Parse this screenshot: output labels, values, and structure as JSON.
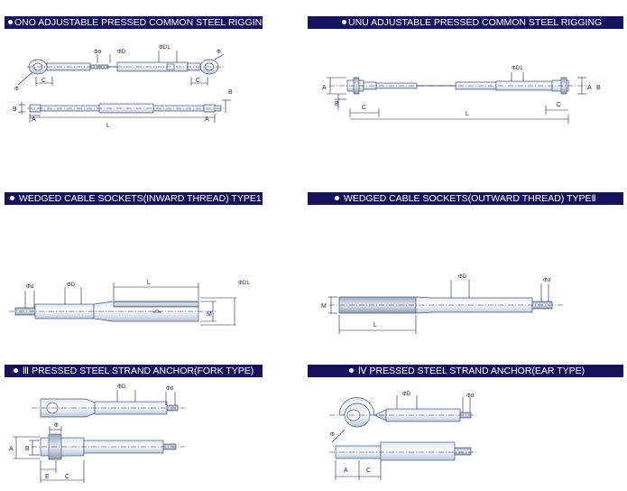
{
  "headers": {
    "ono": "ONO ADJUSTABLE PRESSED COMMON STEEL RIGGING",
    "unu": "UNU ADJUSTABLE PRESSED COMMON STEEL RIGGING",
    "wedged_inward": "WEDGED CABLE SOCKETS(INWARD THREAD) TYPE1",
    "wedged_outward": "WEDGED CABLE SOCKETS(OUTWARD THREAD) TYPEⅡ",
    "fork_anchor": "Ⅲ  PRESSED STEEL STRAND ANCHOR(FORK TYPE)",
    "ear_anchor": "Ⅳ  PRESSED STEEL STRAND ANCHOR(EAR TYPE)"
  },
  "labels": {
    "phi": "Φ",
    "phi_d": "Φd",
    "phi_D": "ΦD",
    "phi_D1": "ΦD1",
    "A": "A",
    "B": "B",
    "C": "C",
    "E": "E",
    "L": "L",
    "M": "M"
  }
}
